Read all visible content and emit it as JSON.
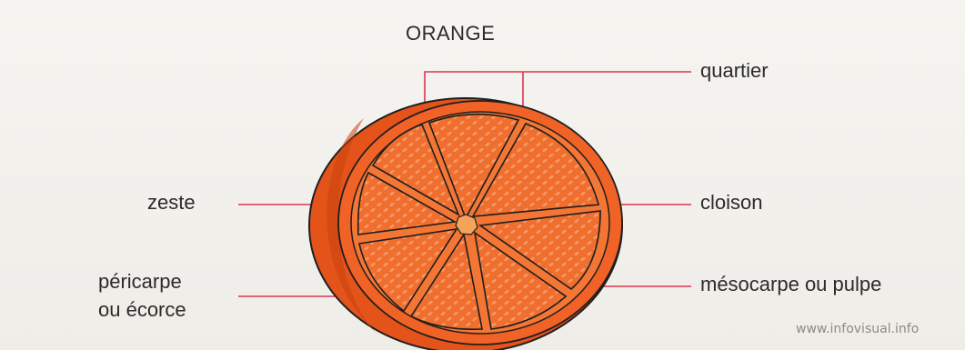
{
  "title": "ORANGE",
  "labels": {
    "quartier": "quartier",
    "zeste": "zeste",
    "cloison": "cloison",
    "pericarpe_line1": "péricarpe",
    "pericarpe_line2": "ou écorce",
    "mesocarpe": "mésocarpe ou pulpe"
  },
  "watermark": "www.infovisual.info",
  "colors": {
    "leader_line": "#d9364f",
    "peel": "#ec5a1e",
    "peel_dark": "#c8410d",
    "segment": "#f06a2a",
    "pulp_vesicle": "#fbd0b0",
    "outline": "#1f1f1f"
  }
}
